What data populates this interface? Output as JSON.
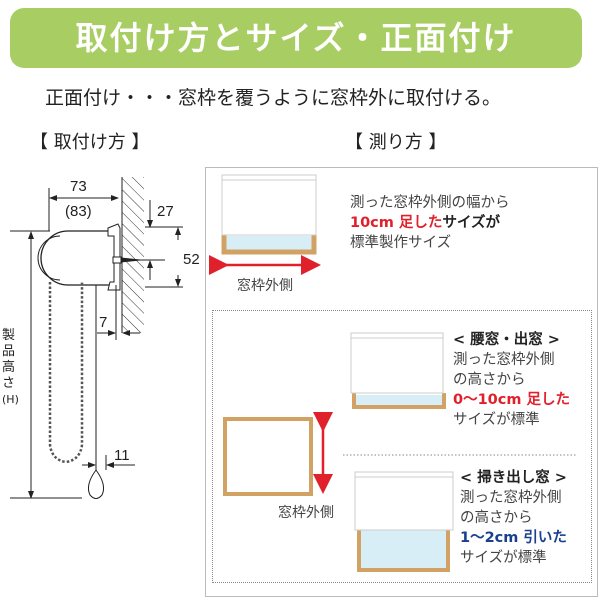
{
  "banner": {
    "title": "取付け方とサイズ・正面付け"
  },
  "subtitle": "正面付け・・・窓枠を覆うように窓枠外に取付ける。",
  "mounting": {
    "heading": "【 取付け方 】",
    "dim_width": "73",
    "dim_width_alt": "(83)",
    "dim_27": "27",
    "dim_52": "52",
    "dim_7": "7",
    "dim_11": "11",
    "height_label": "製品高さ",
    "height_symbol": "(H)"
  },
  "measuring": {
    "heading": "【 測り方 】",
    "standard": {
      "line1": "測った窓枠外側の幅から",
      "highlight": "10cm 足した",
      "line2_rest": "サイズが",
      "line3": "標準製作サイズ",
      "frame_label": "窓枠外側"
    },
    "frame_label": "窓枠外側",
    "waist_window": {
      "title": "< 腰窓・出窓 >",
      "line1": "測った窓枠外側",
      "line2": "の高さから",
      "highlight": "0〜10cm 足した",
      "line4": "サイズが標準"
    },
    "floor_window": {
      "title": "< 掃き出し窓 >",
      "line1": "測った窓枠外側",
      "line2": "の高さから",
      "highlight": "1〜2cm 引いた",
      "line4": "サイズが標準"
    }
  },
  "colors": {
    "banner": "#a8cd62",
    "frame": "#d2a265",
    "glass": "#d8eef6",
    "red": "#e0202a",
    "blue": "#1a3f8f"
  }
}
